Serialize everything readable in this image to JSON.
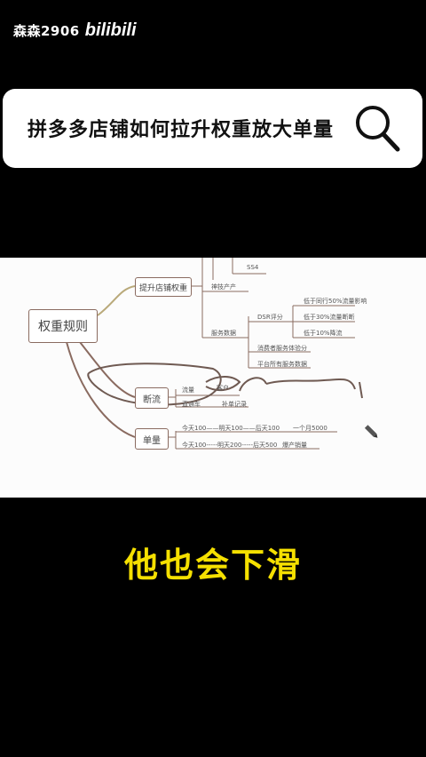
{
  "watermark": {
    "user": "森森2906",
    "logo": "bilibili"
  },
  "search": {
    "query": "拼多多店铺如何拉升权重放大单量"
  },
  "mindmap": {
    "root": "权重规则",
    "branch_boost": "提升店铺权重",
    "branch_traffic": "断流",
    "branch_orders": "单量",
    "label_ss4": "SS4",
    "label_quality": "神技产产",
    "label_service": "服务数据",
    "label_dsr": "DSR评分",
    "label_dsr1": "低于同行50%流量影响",
    "label_dsr2": "低于30%流量断断",
    "label_dsr3": "低于10%降流",
    "label_consumer": "消费者服务体验分",
    "label_platform": "平台所有服务数据",
    "label_traffic_a": "流量",
    "label_traffic_b": "客户",
    "label_traffic_c": "直通车",
    "label_traffic_d": "补单记录",
    "label_order_row1": "今天100——明天100——后天100",
    "label_order_row1_end": "一个月5000",
    "label_order_row2": "今天100-----明天200-----后天500",
    "label_order_row2_end": "爆产销量"
  },
  "subtitle": {
    "text": "他也会下滑"
  }
}
